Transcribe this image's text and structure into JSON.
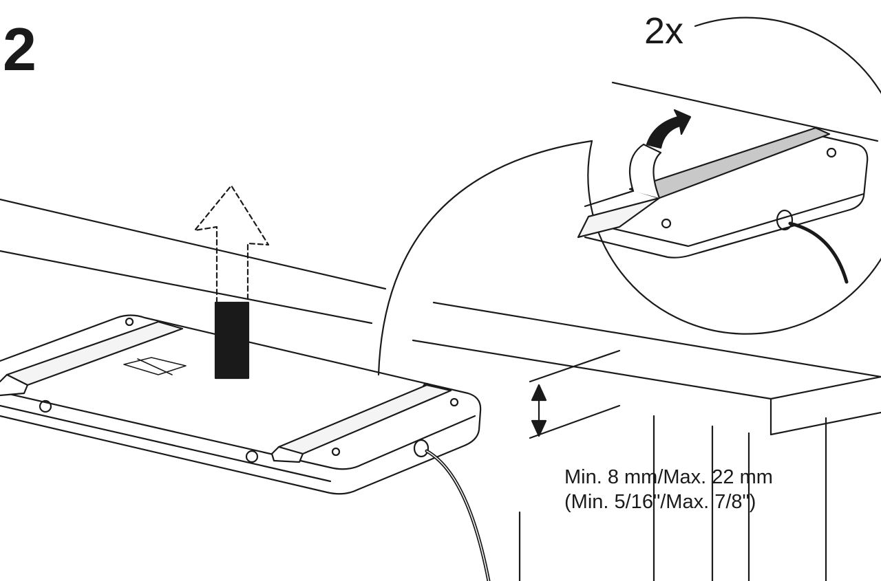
{
  "step_number": "2",
  "inset": {
    "quantity": "2x"
  },
  "dimension": {
    "metric": "Min. 8 mm/Max. 22 mm",
    "imperial": "(Min. 5/16\"/Max. 7/8\")"
  },
  "colors": {
    "line": "#1a1a1a",
    "tape": "#c8c8c8",
    "background": "#ffffff"
  }
}
